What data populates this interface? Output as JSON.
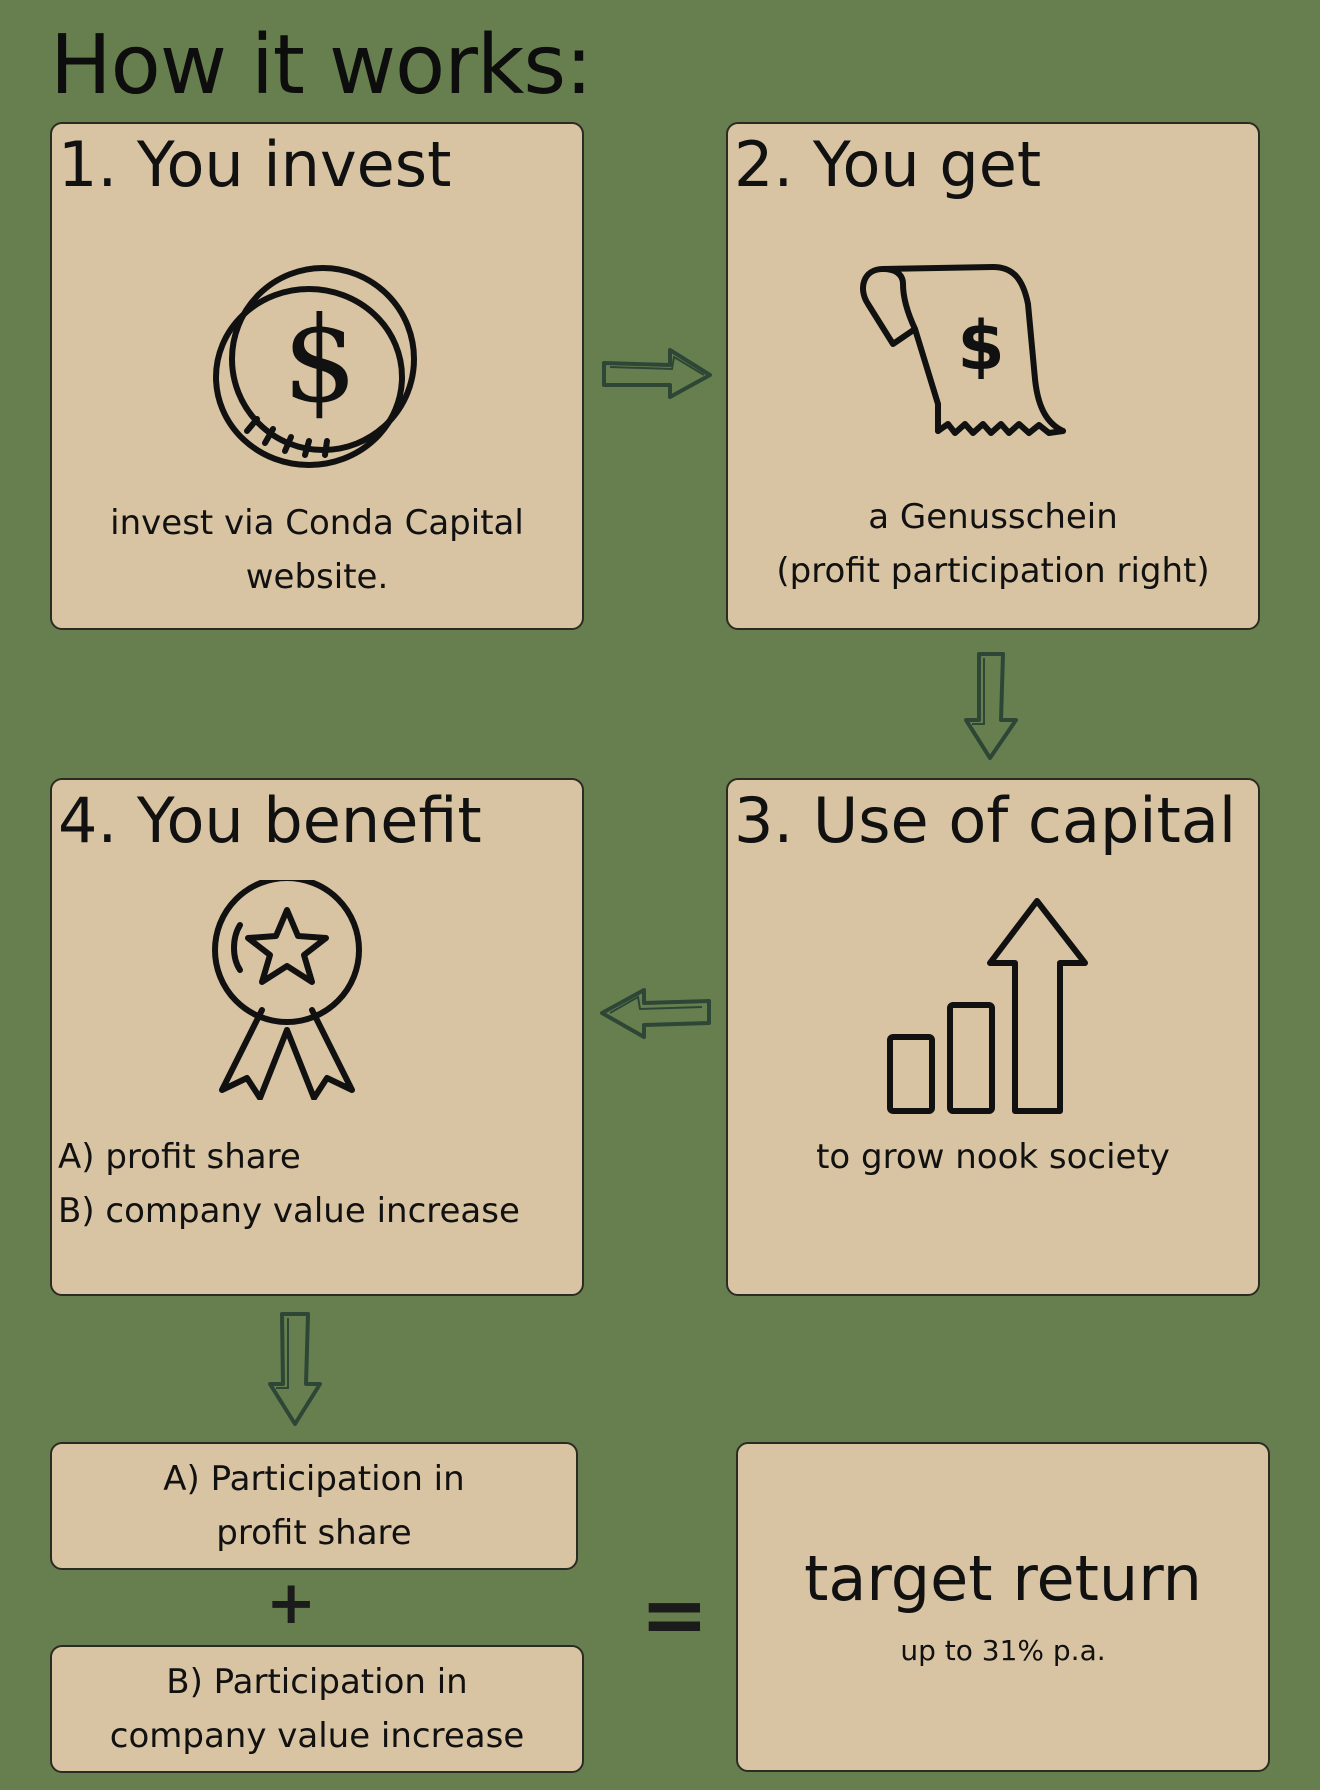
{
  "header": {
    "title": "How it works:"
  },
  "steps": [
    {
      "title": "1. You invest",
      "text": [
        "invest via Conda Capital",
        "website."
      ],
      "icon": "coin-dollar-icon"
    },
    {
      "title": "2. You get",
      "text": [
        "a Genusschein",
        "(profit participation right)"
      ],
      "icon": "receipt-dollar-icon"
    },
    {
      "title": "3. Use of capital",
      "text": [
        "to grow nook society"
      ],
      "icon": "growth-chart-icon"
    },
    {
      "title": "4. You benefit",
      "text": [
        "A) profit share",
        "B) company value increase"
      ],
      "icon": "award-ribbon-icon"
    }
  ],
  "summary": {
    "part_a": [
      "A) Participation in",
      "profit share"
    ],
    "plus": "+",
    "part_b": [
      "B) Participation in",
      "company value increase"
    ],
    "equals": "=",
    "result_title": "target return",
    "result_sub": "up to 31% p.a."
  },
  "colors": {
    "background": "#677f4f",
    "card": "#d8c4a2",
    "ink": "#111111",
    "arrow": "#2e4636"
  }
}
